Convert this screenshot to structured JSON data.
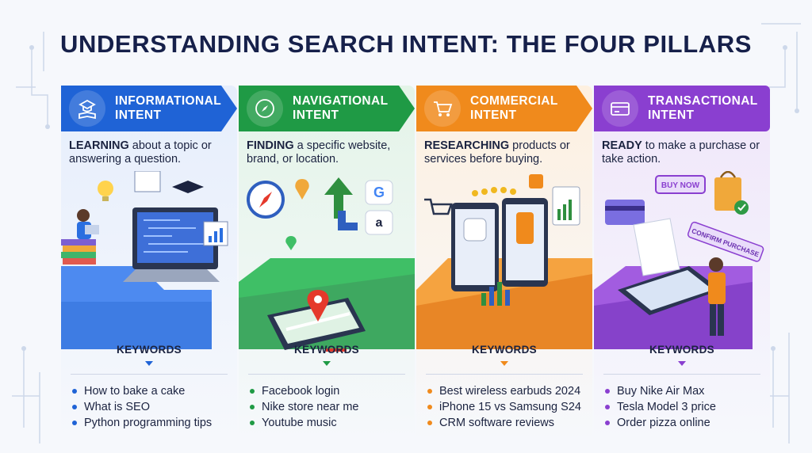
{
  "title": "UNDERSTANDING SEARCH INTENT: THE FOUR PILLARS",
  "pillars": [
    {
      "id": "informational",
      "heading": "INFORMATIONAL\nINTENT",
      "desc_bold": "LEARNING",
      "desc_rest": " about a topic or answering a question.",
      "icon": "graduate-reading-icon",
      "color": "#1f63d6",
      "bg": "#e6eefc",
      "keywords_title": "KEYWORDS",
      "keywords": [
        "How to bake a cake",
        "What is SEO",
        "Python programming tips"
      ]
    },
    {
      "id": "navigational",
      "heading": "NAVIGATIONAL\nINTENT",
      "desc_bold": "FINDING",
      "desc_rest": " a specific website, brand, or location.",
      "icon": "compass-icon",
      "color": "#1f9a45",
      "bg": "#e4f4e8",
      "keywords_title": "KEYWORDS",
      "keywords": [
        "Facebook login",
        "Nike store near me",
        "Youtube music"
      ]
    },
    {
      "id": "commercial",
      "heading": "COMMERCIAL\nINTENT",
      "desc_bold": "RESEARCHING",
      "desc_rest": " products or services before buying.",
      "icon": "shopping-cart-icon",
      "color": "#f08a1c",
      "bg": "#fdf0e0",
      "keywords_title": "KEYWORDS",
      "keywords": [
        "Best wireless earbuds 2024",
        "iPhone 15 vs Samsung S24",
        "CRM software reviews"
      ]
    },
    {
      "id": "transactional",
      "heading": "TRANSACTIONAL\nINTENT",
      "desc_bold": "READY",
      "desc_rest": " to make a purchase or take action.",
      "icon": "credit-card-icon",
      "color": "#8a3fd0",
      "bg": "#f0e6fa",
      "keywords_title": "KEYWORDS",
      "keywords": [
        "Buy Nike Air Max",
        "Tesla Model 3 price",
        "Order pizza online"
      ]
    }
  ],
  "illustration_labels": {
    "buy_now": "BUY NOW",
    "confirm_purchase": "CONFIRM PURCHASE"
  }
}
